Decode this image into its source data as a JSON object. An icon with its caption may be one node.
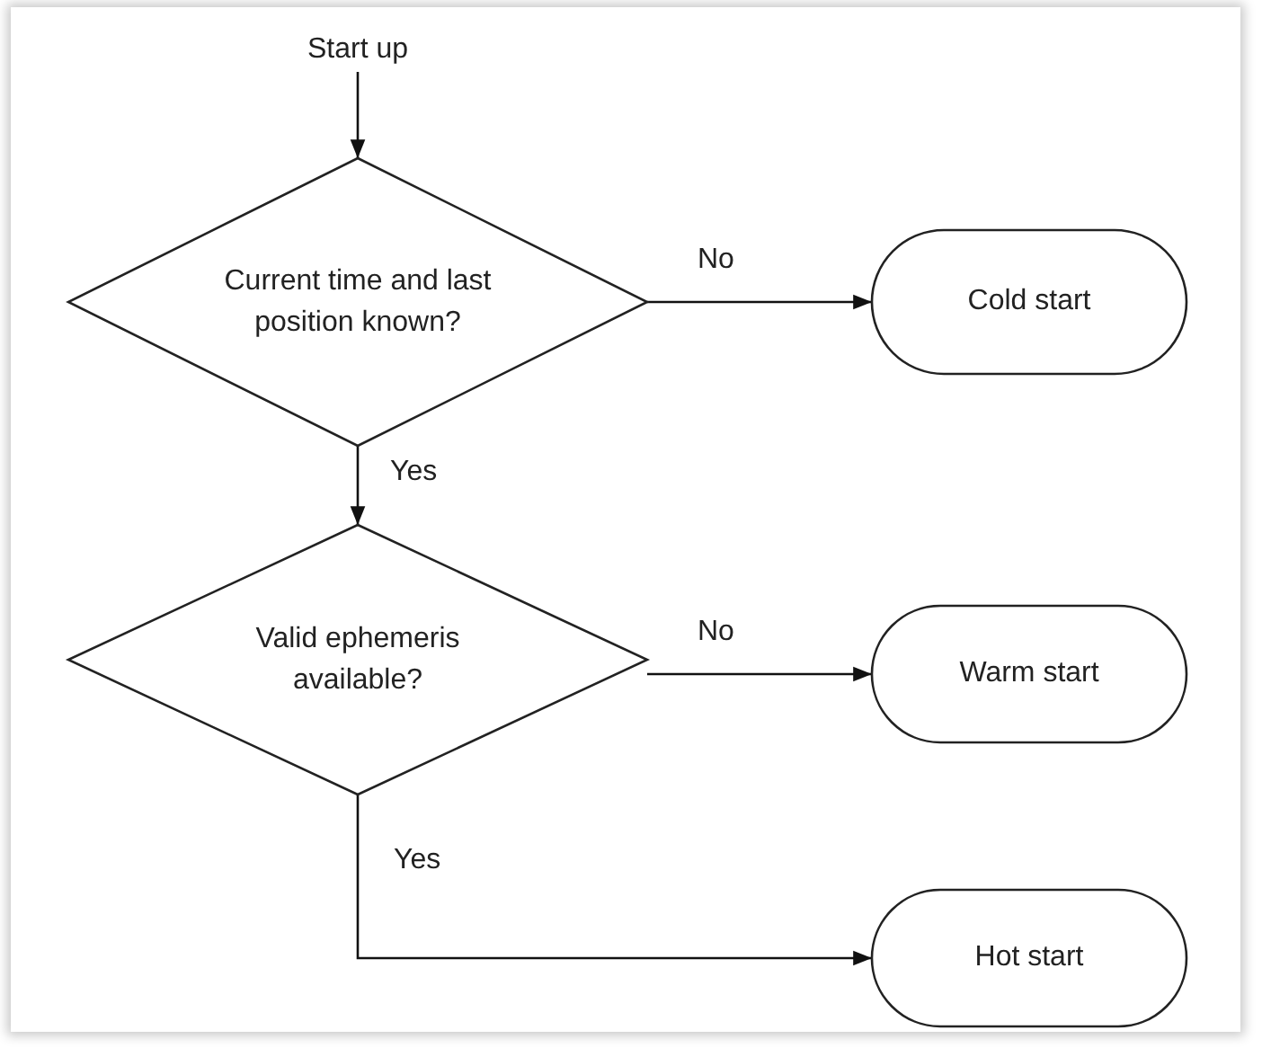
{
  "diagram": {
    "nodes": [
      {
        "text": [
          "Start up"
        ]
      },
      {
        "text": [
          "Current time and last position known?"
        ]
      },
      {
        "text": [
          "Cold start"
        ]
      },
      {
        "text": [
          "Valid ephemeris available?"
        ]
      },
      {
        "text": [
          "Warm start"
        ]
      },
      {
        "text": [
          "Hot start"
        ]
      }
    ],
    "edges": [
      {
        "from": 0,
        "to": 1,
        "arrow": "to"
      },
      {
        "from": 1,
        "to": 2,
        "arrow": "to",
        "label": "No"
      },
      {
        "from": 1,
        "to": 3,
        "arrow": "to",
        "label": "Yes"
      },
      {
        "from": 3,
        "to": 4,
        "arrow": "to",
        "label": "No"
      },
      {
        "from": 3,
        "to": 5,
        "arrow": "to",
        "label": "Yes"
      }
    ]
  }
}
